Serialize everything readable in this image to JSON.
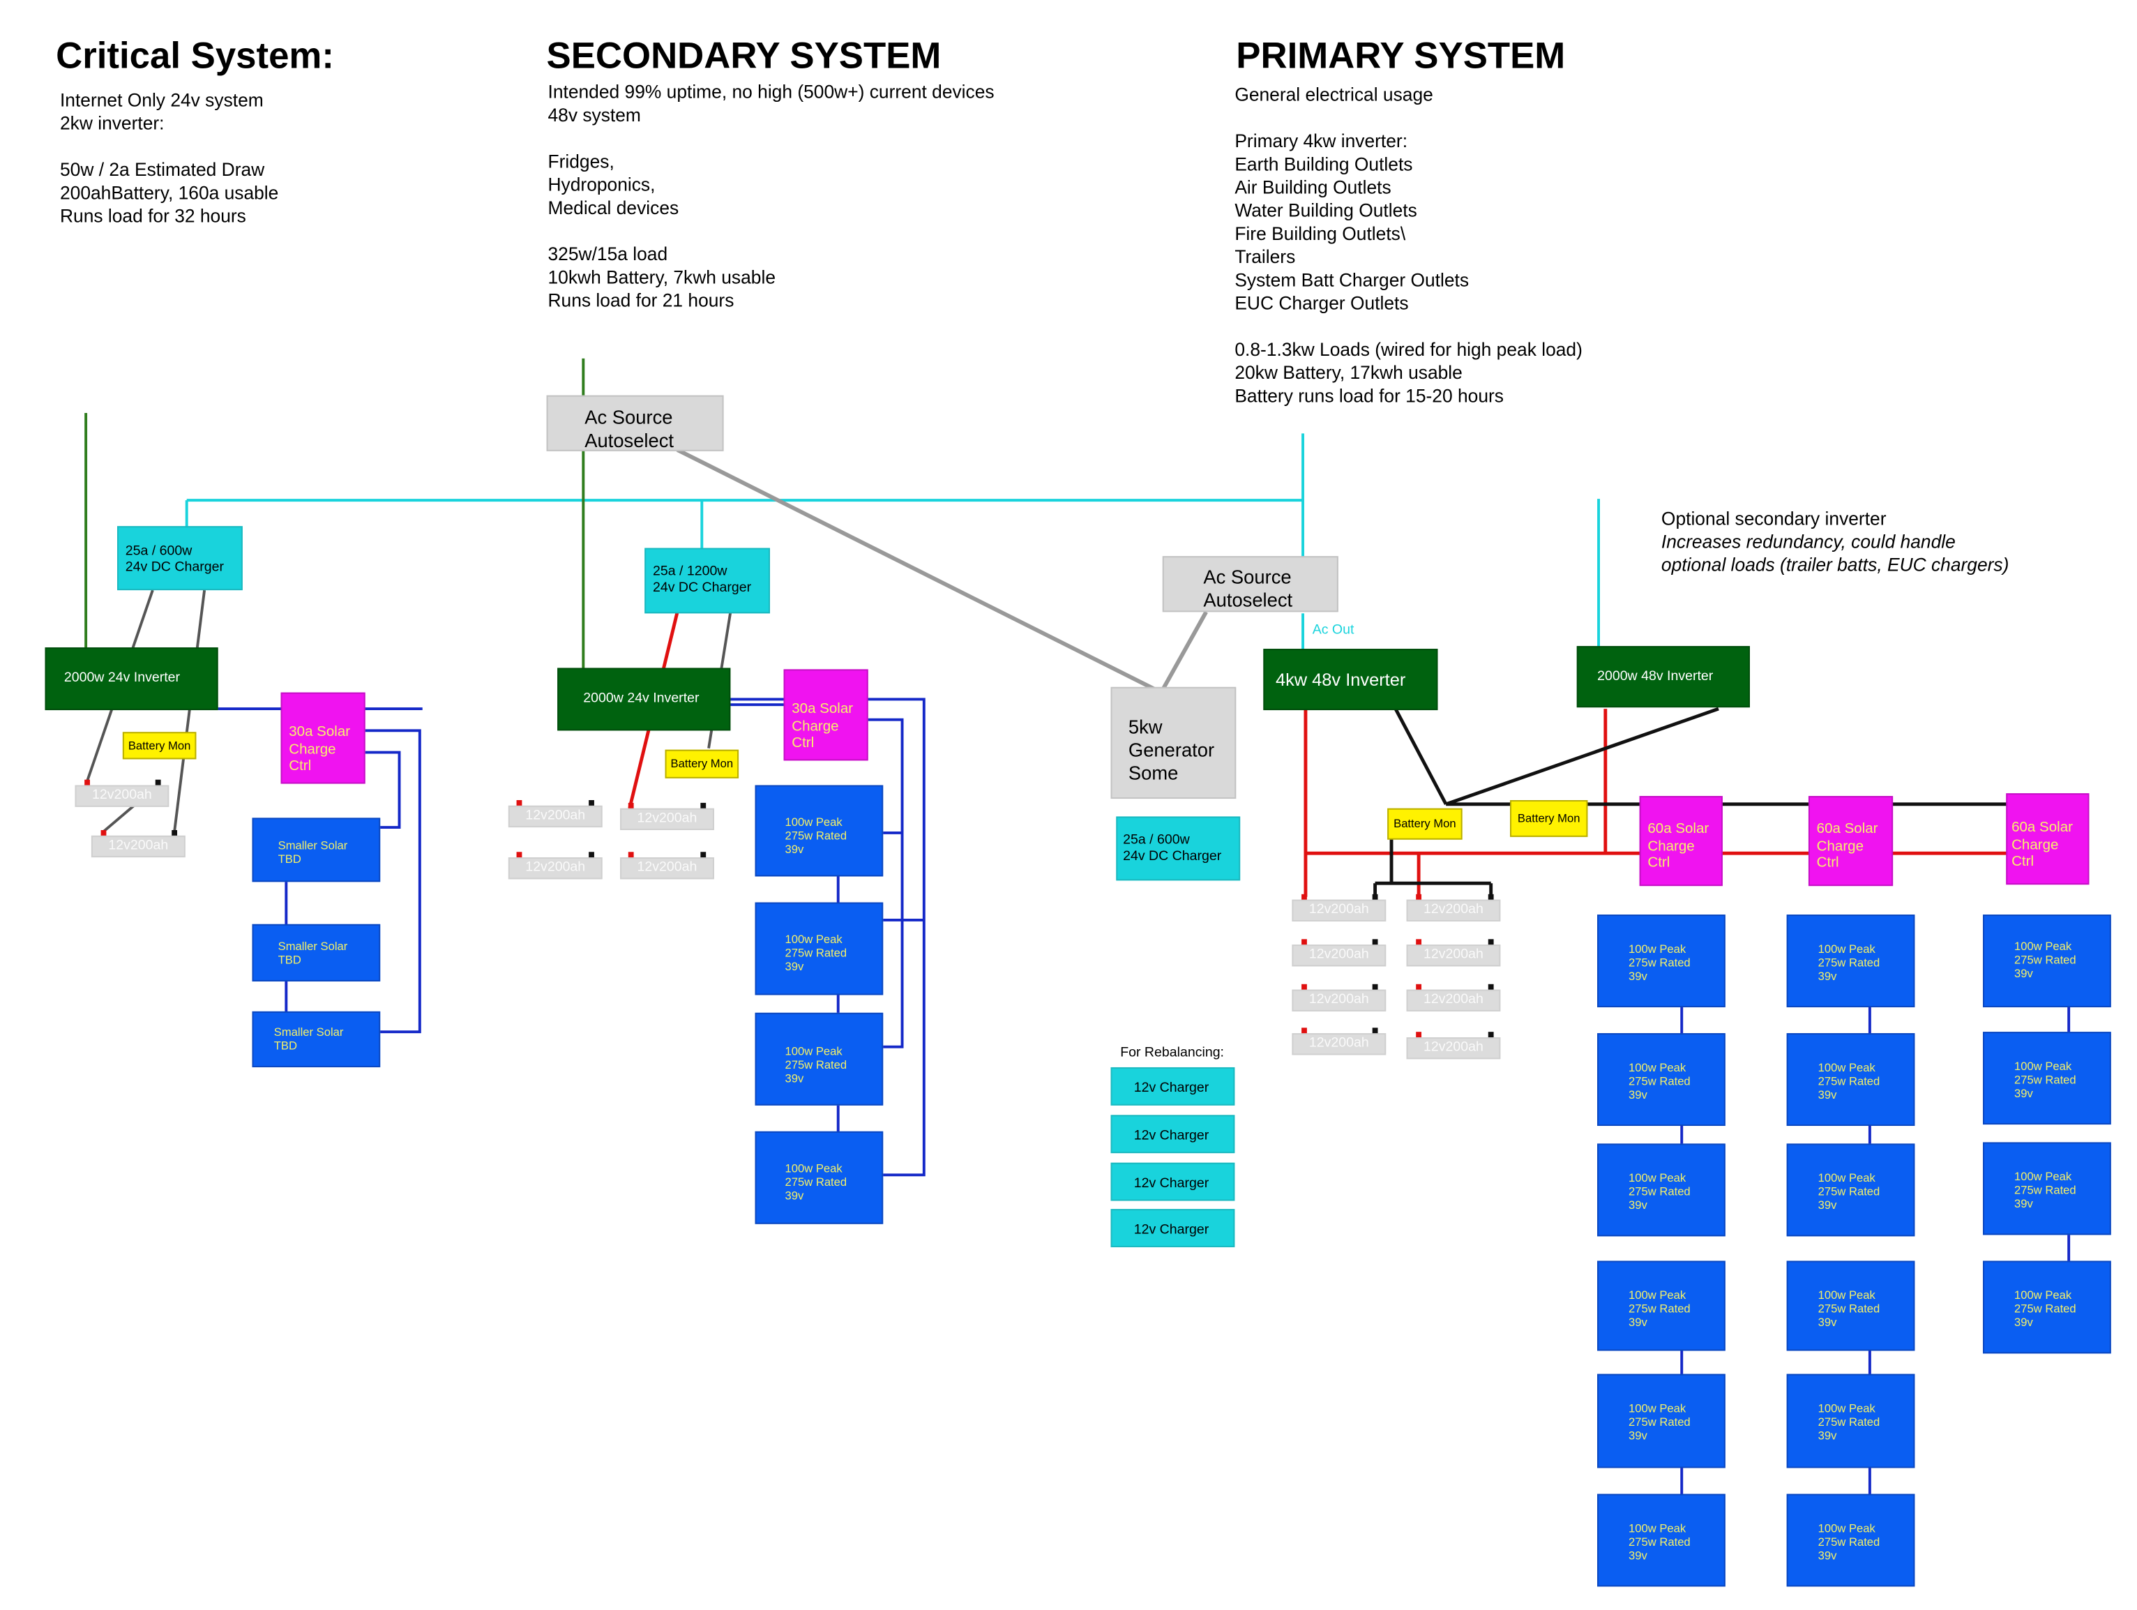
{
  "critical": {
    "title": "Critical System:",
    "desc": "Internet Only 24v system\n2kw inverter:\n\n50w / 2a Estimated Draw\n200ahBattery, 160a usable\nRuns load for 32 hours",
    "charger": "25a / 600w\n24v DC Charger",
    "inverter": "2000w 24v Inverter",
    "battery_mon": "Battery Mon",
    "solar_ctrl": "30a Solar\nCharge Ctrl",
    "batteries": [
      "12v200ah",
      "12v200ah"
    ],
    "panels": [
      "Smaller Solar\nTBD",
      "Smaller Solar\nTBD",
      "Smaller Solar\nTBD"
    ]
  },
  "secondary": {
    "title": "SECONDARY SYSTEM",
    "desc": "Intended 99% uptime, no high (500w+) current devices\n48v system\n\nFridges,\nHydroponics,\nMedical devices\n\n325w/15a load\n10kwh Battery, 7kwh usable\nRuns load for 21 hours",
    "ac_source": "Ac Source\nAutoselect",
    "charger": "25a / 1200w\n24v DC Charger",
    "inverter": "2000w 24v Inverter",
    "solar_ctrl": "30a Solar\nCharge Ctrl",
    "battery_mon": "Battery Mon",
    "batteries": [
      "12v200ah",
      "12v200ah",
      "12v200ah",
      "12v200ah"
    ],
    "panels": [
      "100w Peak\n275w Rated\n39v",
      "100w Peak\n275w Rated\n39v",
      "100w Peak\n275w Rated\n39v",
      "100w Peak\n275w Rated\n39v"
    ]
  },
  "generator": {
    "generator": "5kw Generator\nSome",
    "charger": "25a / 600w\n24v DC Charger",
    "rebalancing_label": "For Rebalancing:",
    "chargers": [
      "12v Charger",
      "12v Charger",
      "12v Charger",
      "12v Charger"
    ]
  },
  "primary": {
    "title": "PRIMARY SYSTEM",
    "desc": "General electrical usage\n\nPrimary 4kw inverter:\nEarth Building Outlets\nAir Building Outlets\nWater Building Outlets\nFire Building Outlets\\\nTrailers\nSystem Batt Charger Outlets\nEUC Charger Outlets\n\n0.8-1.3kw Loads (wired for high peak load)\n20kw Battery, 17kwh usable\nBattery runs load for 15-20 hours",
    "ac_source": "Ac Source\nAutoselect",
    "ac_out": "Ac Out",
    "inverter": "4kw 48v Inverter",
    "inverter2": "2000w 48v Inverter",
    "optional_title": "Optional secondary inverter",
    "optional_desc": "Increases redundancy, could handle\noptional loads (trailer batts, EUC chargers)",
    "battery_mon": [
      "Battery Mon",
      "Battery Mon"
    ],
    "solar_ctrls": [
      "60a Solar\nCharge Ctrl",
      "60a Solar\nCharge Ctrl",
      "60a Solar\nCharge Ctrl"
    ],
    "batteries": [
      "12v200ah",
      "12v200ah",
      "12v200ah",
      "12v200ah",
      "12v200ah",
      "12v200ah",
      "12v200ah",
      "12v200ah"
    ],
    "panel_label": "100w Peak\n275w Rated\n39v"
  },
  "colors": {
    "cyan": "#19d3dc",
    "green": "#00620f",
    "magenta": "#f013f0",
    "yellow": "#fff200",
    "blue": "#0a5ef2",
    "gray": "#d9d9d9",
    "red": "#e01010",
    "wire_blue": "#1428c8",
    "wire_green": "#2f7d1e",
    "wire_gray": "#999999"
  }
}
